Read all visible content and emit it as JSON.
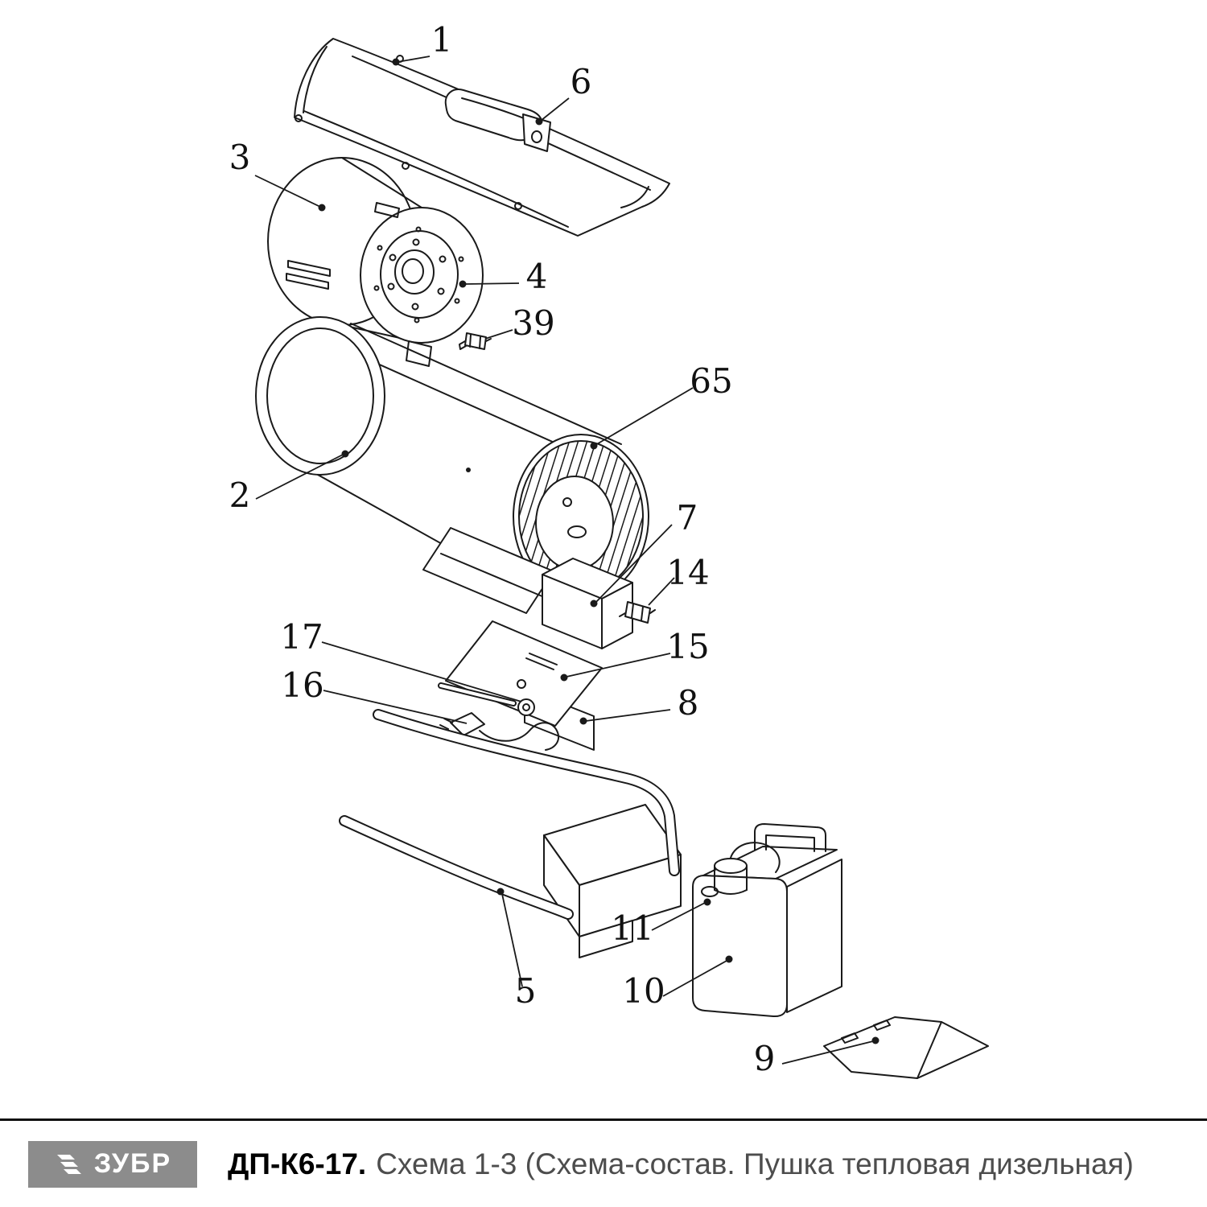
{
  "colors": {
    "line": "#1a1a1a",
    "logo_background": "#8c8c8c",
    "logo_text": "#ffffff",
    "model_text": "#000000",
    "subtitle_text": "#4d4d4d"
  },
  "diagram": {
    "callouts": [
      {
        "label": "1"
      },
      {
        "label": "6"
      },
      {
        "label": "3"
      },
      {
        "label": "4"
      },
      {
        "label": "39"
      },
      {
        "label": "65"
      },
      {
        "label": "2"
      },
      {
        "label": "7"
      },
      {
        "label": "14"
      },
      {
        "label": "17"
      },
      {
        "label": "15"
      },
      {
        "label": "16"
      },
      {
        "label": "8"
      },
      {
        "label": "5"
      },
      {
        "label": "11"
      },
      {
        "label": "10"
      },
      {
        "label": "9"
      }
    ]
  },
  "footer": {
    "brand": "ЗУБР",
    "logo_icon": "zubr-chevrons-icon",
    "model": "ДП-К6-17.",
    "subtitle": "Схема 1-3 (Схема-состав. Пушка тепловая дизельная)"
  }
}
